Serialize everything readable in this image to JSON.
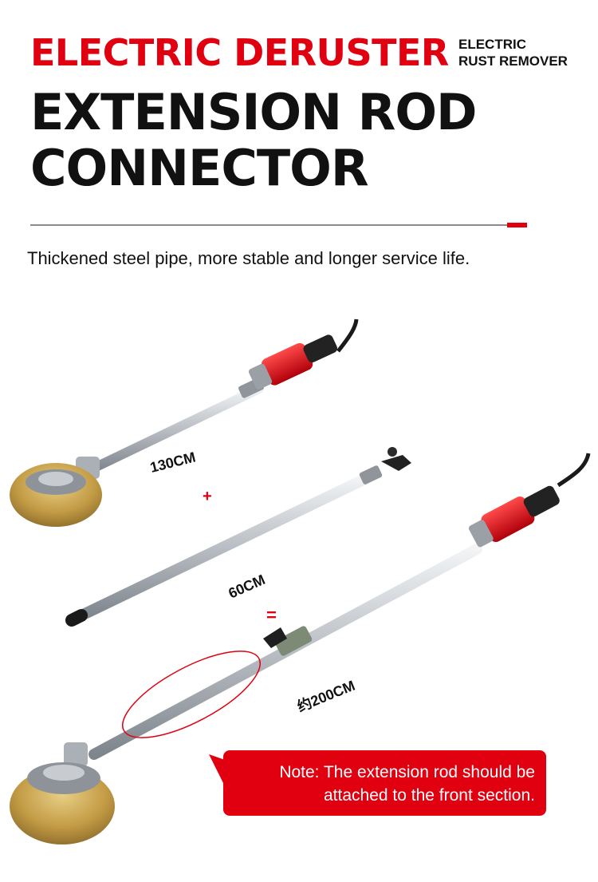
{
  "header": {
    "title_red": "ELECTRIC DERUSTER",
    "side_line1": "ELECTRIC",
    "side_line2": "RUST REMOVER",
    "title_line1": "EXTENSION ROD",
    "title_line2": "CONNECTOR"
  },
  "subtitle": "Thickened steel pipe, more stable and longer service life.",
  "illustration": {
    "label_130": "130CM",
    "plus": "+",
    "label_60": "60CM",
    "equals": "=",
    "label_200": "约200CM"
  },
  "note": {
    "line1": "Note: The extension rod should be",
    "line2": "attached to the front section."
  },
  "colors": {
    "accent_red": "#e00010",
    "text_black": "#111111",
    "brush_brass": "#c9a24a",
    "rod_silver": "#c8ccd0"
  }
}
